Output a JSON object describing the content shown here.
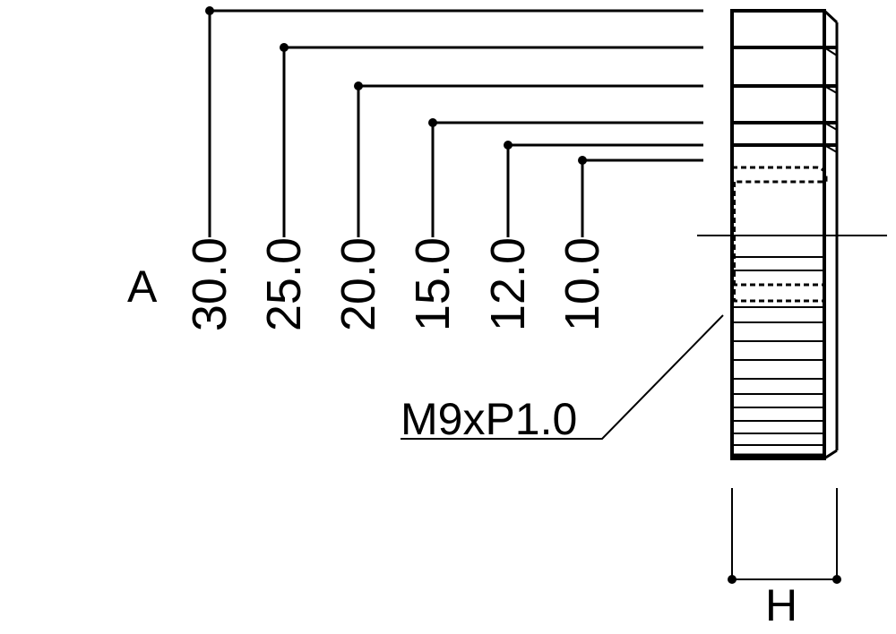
{
  "diagram": {
    "axis_label": "A",
    "dimensions": [
      "30.0",
      "25.0",
      "20.0",
      "15.0",
      "12.0",
      "10.0"
    ],
    "thread_label": "M9xP1.0",
    "height_label": "H",
    "colors": {
      "line": "#000000",
      "background": "#ffffff"
    }
  }
}
